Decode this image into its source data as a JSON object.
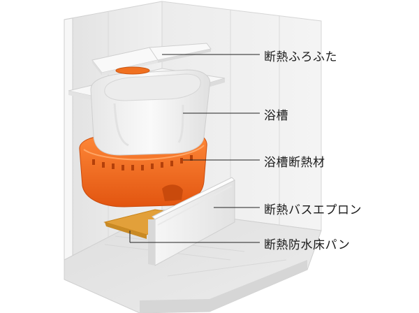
{
  "labels": [
    {
      "id": "lid",
      "text": "断熱ふろふた"
    },
    {
      "id": "tub",
      "text": "浴槽"
    },
    {
      "id": "tub_insulation",
      "text": "浴槽断熱材"
    },
    {
      "id": "apron",
      "text": "断熱バスエプロン"
    },
    {
      "id": "floor_pan",
      "text": "断熱防水床パン"
    }
  ],
  "colors": {
    "wall": "#e9e9e9",
    "wall_shade": "#d9d9d9",
    "floor": "#e4e4e4",
    "insulation": "#f26a1b",
    "floor_pan_insulation": "#e0a23a",
    "tub": "#f3f3f3"
  }
}
